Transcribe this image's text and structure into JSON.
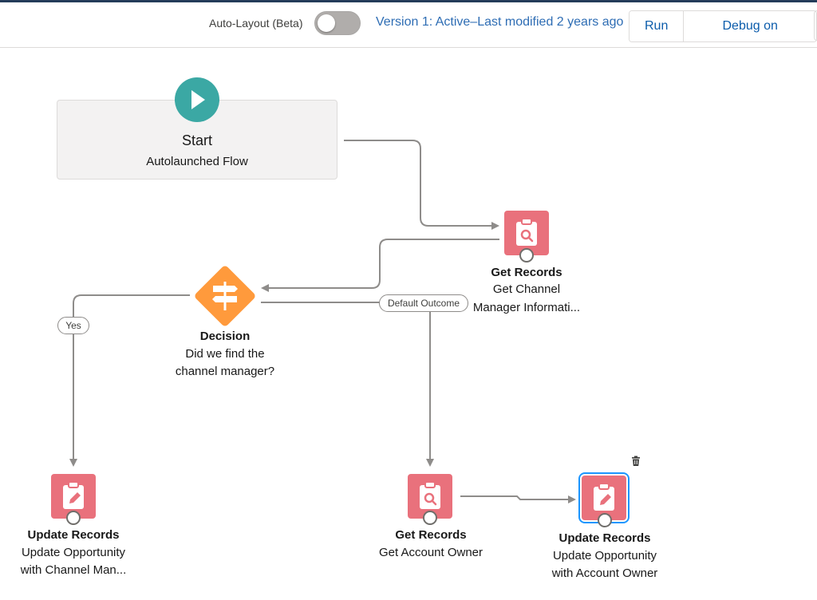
{
  "toolbar": {
    "auto_layout_label": "Auto-Layout (Beta)",
    "auto_layout_on": false,
    "version_text": "Version 1: Active–Last modified 2 years ago",
    "run_label": "Run",
    "debug_label": "Debug on Canvas"
  },
  "colors": {
    "start": "#3ba8a4",
    "decision": "#ff9a3c",
    "records": "#e9717c",
    "link": "#2e6db4",
    "selection": "#1b96ff"
  },
  "start": {
    "title": "Start",
    "subtitle": "Autolaunched Flow",
    "icon": "play-icon"
  },
  "get_channel_manager": {
    "type_label": "Get Records",
    "line1": "Get Channel",
    "line2": "Manager Informati...",
    "icon": "get-records-icon"
  },
  "decision": {
    "type_label": "Decision",
    "line1": "Did we find the",
    "line2": "channel manager?",
    "icon": "decision-icon",
    "outcome_yes": "Yes",
    "outcome_default": "Default Outcome"
  },
  "update_channel_manager": {
    "type_label": "Update Records",
    "line1": "Update Opportunity",
    "line2": "with Channel Man...",
    "icon": "update-records-icon"
  },
  "get_account_owner": {
    "type_label": "Get Records",
    "line1": "Get Account Owner",
    "icon": "get-records-icon"
  },
  "update_account_owner": {
    "type_label": "Update Records",
    "line1": "Update Opportunity",
    "line2": "with Account Owner",
    "icon": "update-records-icon",
    "selected": true,
    "delete_icon": "trash-icon"
  }
}
